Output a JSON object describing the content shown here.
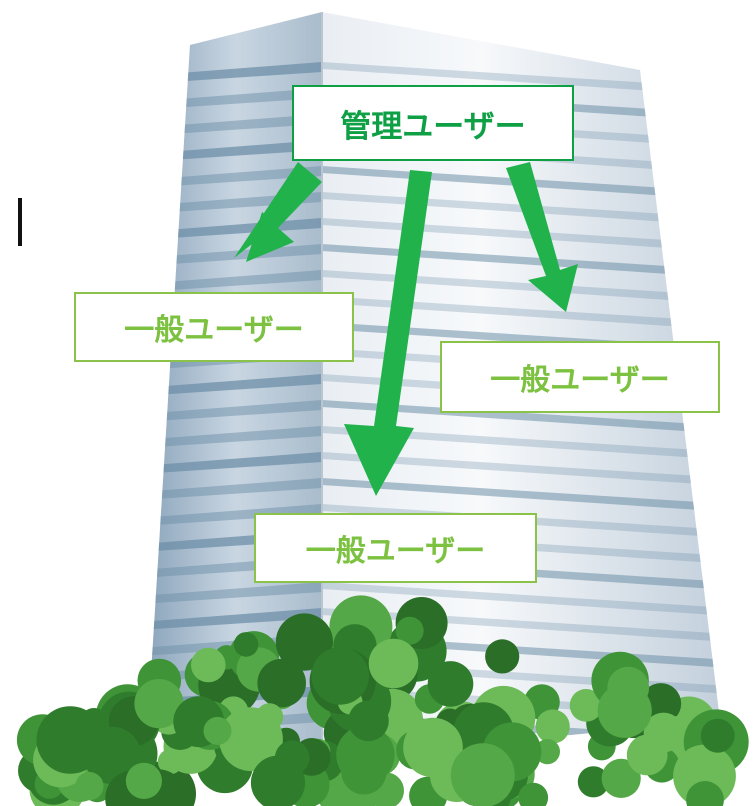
{
  "diagram": {
    "admin_user_label": "管理ユーザー",
    "general_users": [
      {
        "label": "一般ユーザー"
      },
      {
        "label": "一般ユーザー"
      },
      {
        "label": "一般ユーザー"
      }
    ]
  },
  "colors": {
    "admin_accent": "#0fa046",
    "user_accent": "#8bc34a",
    "arrow": "#22b24c",
    "building_light": "#e6edf3",
    "building_stripe": "#6e8fa8",
    "foliage": "#4a9a3c"
  },
  "icons": {
    "building": "office-building-illustration",
    "foliage": "shrubbery-illustration",
    "arrows": "down-arrow-icon"
  }
}
